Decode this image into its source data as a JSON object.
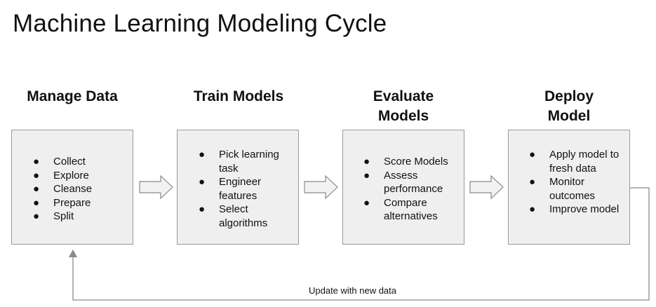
{
  "title": "Machine Learning Modeling Cycle",
  "stages": [
    {
      "title": "Manage Data",
      "items": [
        "Collect",
        "Explore",
        "Cleanse",
        "Prepare",
        "Split"
      ]
    },
    {
      "title": "Train Models",
      "items": [
        "Pick learning task",
        "Engineer features",
        "Select algorithms"
      ]
    },
    {
      "title": "Evaluate Models",
      "items": [
        "Score Models",
        "Assess performance",
        "Compare alternatives"
      ]
    },
    {
      "title": "Deploy Model",
      "items": [
        "Apply model to fresh data",
        "Monitor outcomes",
        "Improve model"
      ]
    }
  ],
  "loop_label": "Update with new data",
  "colors": {
    "box_fill": "#efefef",
    "box_border": "#9a9a9a",
    "arrow_fill": "#f2f2f2",
    "line": "#8a8a8a"
  }
}
